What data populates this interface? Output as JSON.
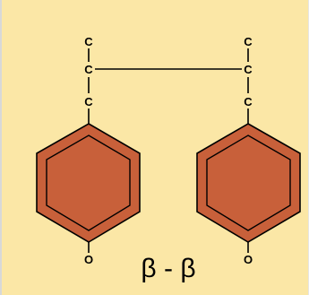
{
  "diagram": {
    "caption": "β - β",
    "colors": {
      "background": "#fbe7a6",
      "ring_fill": "#c8603a",
      "stroke": "#000000"
    },
    "left_unit": {
      "chain_atoms": [
        "C",
        "C",
        "C"
      ],
      "hydroxyl_atom": "O"
    },
    "right_unit": {
      "chain_atoms": [
        "C",
        "C",
        "C"
      ],
      "hydroxyl_atom": "O"
    }
  }
}
